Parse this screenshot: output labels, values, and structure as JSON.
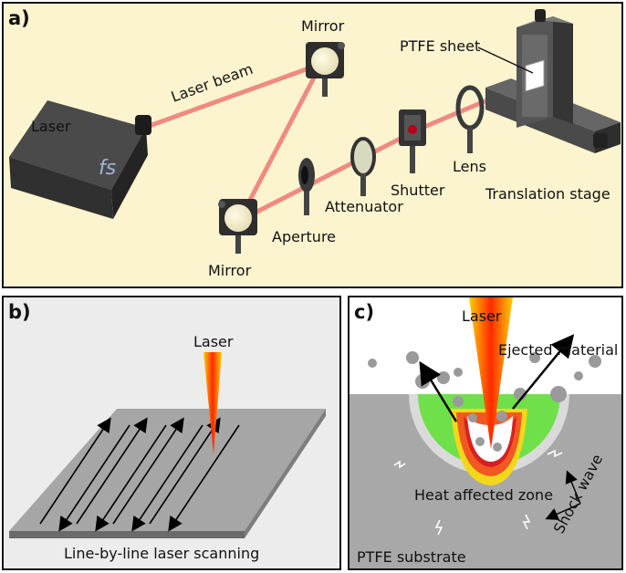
{
  "panels": {
    "a": {
      "tag": "a)",
      "labels": {
        "laser": "Laser",
        "laser_brand": "fs",
        "laser_beam": "Laser beam",
        "mirror_top": "Mirror",
        "mirror_bottom": "Mirror",
        "ptfe_sheet": "PTFE sheet",
        "aperture": "Aperture",
        "attenuator": "Attenuator",
        "shutter": "Shutter",
        "lens": "Lens",
        "translation_stage": "Translation stage"
      }
    },
    "b": {
      "tag": "b)",
      "labels": {
        "laser": "Laser",
        "caption": "Line-by-line laser scanning"
      }
    },
    "c": {
      "tag": "c)",
      "labels": {
        "laser": "Laser",
        "ejected": "Ejected material",
        "heat_zone": "Heat affected zone",
        "shock_wave": "Shock wave",
        "substrate": "PTFE substrate"
      }
    }
  },
  "colors": {
    "panel_a_bg": "#fcf4cf",
    "panel_b_bg": "#ececec",
    "beam": "#f08a80",
    "heat_green": "#6fe04a",
    "substrate": "#a8a8a8",
    "metal_dark": "#3a3a3a"
  }
}
